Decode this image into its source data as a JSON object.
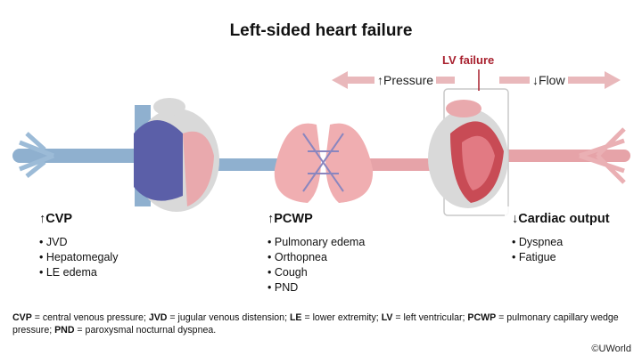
{
  "title": "Left-sided heart failure",
  "lv_label": "LV failure",
  "arrows": {
    "pressure": "↑Pressure",
    "flow": "↓Flow"
  },
  "panels": {
    "cvp": {
      "heading": "↑CVP",
      "items": [
        "JVD",
        "Hepatomegaly",
        "LE edema"
      ]
    },
    "pcwp": {
      "heading": "↑PCWP",
      "items": [
        "Pulmonary edema",
        "Orthopnea",
        "Cough",
        "PND"
      ]
    },
    "output": {
      "heading": "↓Cardiac output",
      "items": [
        "Dyspnea",
        "Fatigue"
      ]
    }
  },
  "footnote": [
    {
      "term": "CVP",
      "def": " = central venous pressure; "
    },
    {
      "term": "JVD",
      "def": " = jugular venous distension; "
    },
    {
      "term": "LE",
      "def": " = lower extremity; "
    },
    {
      "term": "LV",
      "def": " = left ventricular; "
    },
    {
      "term": "PCWP",
      "def": " = pulmonary capillary wedge pressure; "
    },
    {
      "term": "PND",
      "def": " = paroxysmal nocturnal dyspnea."
    }
  ],
  "credit": "©UWorld",
  "colors": {
    "vein": "#8fb0cf",
    "artery": "#e6a3a8",
    "lung": "#f0aeb1",
    "accent": "#a8202e",
    "arrow": "#e9b8bb"
  }
}
